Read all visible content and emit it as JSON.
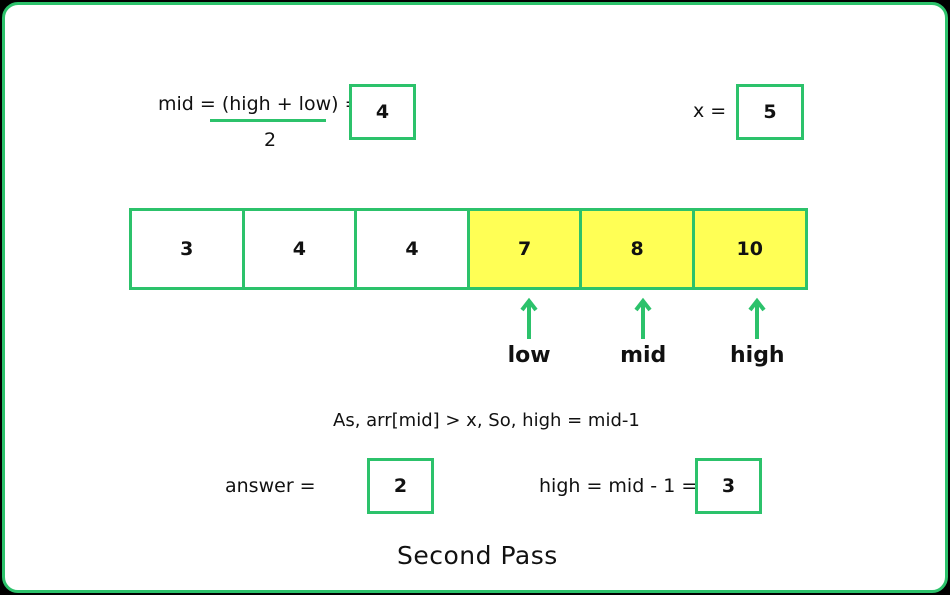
{
  "formula": {
    "numerator": "mid = (high + low) =",
    "denominator": "2",
    "result": "4"
  },
  "target": {
    "label": "x =",
    "value": "5"
  },
  "array": {
    "cells": [
      {
        "value": "3",
        "highlighted": false
      },
      {
        "value": "4",
        "highlighted": false
      },
      {
        "value": "4",
        "highlighted": false
      },
      {
        "value": "7",
        "highlighted": true
      },
      {
        "value": "8",
        "highlighted": true
      },
      {
        "value": "10",
        "highlighted": true
      }
    ],
    "highlight_color": "#ffff55",
    "border_color": "#2cc26b"
  },
  "pointers": [
    {
      "label": "low",
      "index": 3
    },
    {
      "label": "mid",
      "index": 4
    },
    {
      "label": "high",
      "index": 5
    }
  ],
  "condition": "As, arr[mid] > x, So, high = mid-1",
  "answer": {
    "label": "answer =",
    "value": "2"
  },
  "update": {
    "label": "high = mid - 1 =",
    "value": "3"
  },
  "caption": "Second  Pass",
  "colors": {
    "accent": "#2cc26b",
    "highlight": "#ffff55"
  }
}
